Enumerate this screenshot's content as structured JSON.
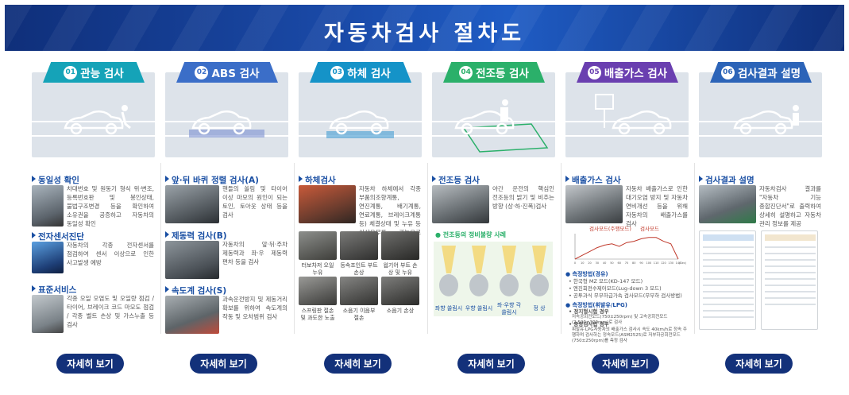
{
  "title": "자동차검사 절차도",
  "more_label": "자세히 보기",
  "steps": [
    {
      "num": "01",
      "name": "관능 검사",
      "color": "#15a3b8",
      "sections": [
        {
          "title": "동일성 확인",
          "desc": "차대번호 및 원동기 형식 위·변조, 등록번호판 및 봉인상태, 불법구조변경 등을 확인하여 소유권을 공증하고 자동차의 동일성 확인"
        },
        {
          "title": "전자센서진단",
          "desc": "자동차의 각종 전자센서를 점검하여 센서 이상으로 인한 사고발생 예방"
        },
        {
          "title": "표준서비스",
          "desc": "각종 오일 오염도 및 오일량 점검 / 타이어, 브레이크 코드 마모도 점검 / 각종 벨트 손상 및 가스누출 등 검사"
        }
      ]
    },
    {
      "num": "02",
      "name": "ABS 검사",
      "color": "#3b6ec8",
      "sections": [
        {
          "title": "앞·뒤 바퀴 정렬 검사(A)",
          "desc": "핸들의 쏠림 및 타이어 이상 마모의 원인이 되는 토인, 토아웃 상태 등을 검사"
        },
        {
          "title": "제동력 검사(B)",
          "desc": "자동차의 앞·뒤·주차 제동력과 좌·우 제동력 편차 등을 검사"
        },
        {
          "title": "속도계 검사(S)",
          "desc": "과속운전방지 및 제동거리 확보를 위하여 속도계의 작동 및 오차범위 검사"
        }
      ]
    },
    {
      "num": "03",
      "name": "하체 검사",
      "color": "#1593c8",
      "sections": [
        {
          "title": "하체검사",
          "desc": "자동차 하체에서 각종 부품의조향계통, 연진계통, 배기계통, 연료계통, 브레이크계통 등) 체결상태 및 누유 등 이상유무를 관능으로 검사"
        }
      ],
      "captions": [
        "터보차저 오일 누유",
        "등속조인트 부트 손상",
        "웜기어 부트 손상 및 누유",
        "스프링판 절손 및 과도한 노출",
        "소음기 이음부 절손",
        "소음기 손상"
      ]
    },
    {
      "num": "04",
      "name": "전조등 검사",
      "color": "#2bb06a",
      "sections": [
        {
          "title": "전조등 검사",
          "desc": "야간 운전의 핵심인 전조등의 밝기 및 비추는 방향 (상·하·진폭)검사"
        }
      ],
      "subtitle": "전조등의 정비불량 사례",
      "cases": [
        "좌향 쏠림시",
        "우향 쏠림시",
        "좌·우향 각 쏠림시",
        "정 상"
      ]
    },
    {
      "num": "05",
      "name": "배출가스 검사",
      "color": "#6a3fb0",
      "sections": [
        {
          "title": "배출가스 검사",
          "desc": "자동차 배출가스로 인한 대기오염 방지 및 자동차 연비개선 등을 위해 자동차의 배출가스를 검사"
        }
      ],
      "chart_labels": [
        "검사모드(주행모드)",
        "검사모드"
      ],
      "method_title": "측정방법(경유)",
      "methods": [
        "한국형 MZ 모드(KD-147 모드)",
        "엔진회전수제어모드(Lug-down 3 모드)",
        "공투과식 무부하급가속 검사모드(무부하 검사방법)"
      ],
      "method_title2": "측정방법(휘발유/LPG)",
      "sub1_title": "정지형시험 경우",
      "sub1": "저속공회전모드(750±250rpm) 및 고속공회전모드(2,500±300rpm)로 검사",
      "sub2_title": "중량검사법 경우",
      "sub2": "휘발유·LPG자동차의 배출가스 검사시 속도 40km/h로 정속 주행하며 검사하는 정속모드(ASM2525)로 저부하공회전모드(750±250rpm)를 측정 검사"
    },
    {
      "num": "06",
      "name": "검사결과 설명",
      "color": "#2c64b8",
      "sections": [
        {
          "title": "검사결과 설명",
          "desc": "자동차검사 결과를 \"자동차 기능 종합진단서\"로 출력하여 상세히 설명하고 자동차 관리 정보를 제공"
        }
      ]
    }
  ],
  "chart_data": {
    "type": "line",
    "title": "",
    "xlabel": "(Sec)",
    "ylabel": "",
    "x": [
      0,
      10,
      20,
      30,
      40,
      50,
      60,
      70,
      80,
      90,
      100,
      110,
      120,
      130,
      140
    ],
    "x_ticks": [
      "0",
      "10",
      "20",
      "30",
      "40",
      "50",
      "60",
      "70",
      "80",
      "90",
      "100",
      "110",
      "120",
      "130",
      "140"
    ],
    "series": [
      {
        "name": "",
        "values": [
          0,
          15,
          30,
          45,
          55,
          60,
          50,
          65,
          70,
          80,
          85,
          85,
          70,
          60,
          0
        ]
      }
    ],
    "ylim": [
      0,
      100
    ]
  }
}
